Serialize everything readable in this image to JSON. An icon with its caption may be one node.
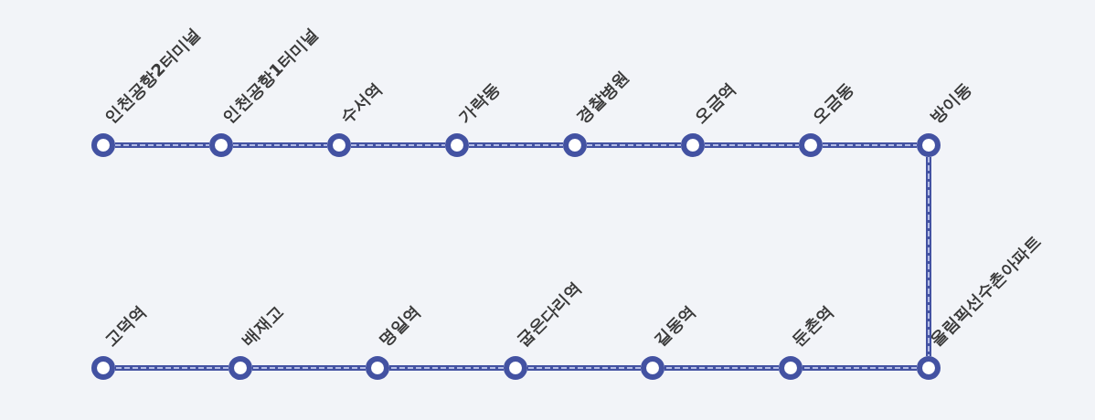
{
  "diagram": {
    "nodes": [
      {
        "text": [
          "인천공항2터미널"
        ]
      },
      {
        "text": [
          "인천공항1터미널"
        ]
      },
      {
        "text": [
          "수서역"
        ]
      },
      {
        "text": [
          "가락동"
        ]
      },
      {
        "text": [
          "경찰병원"
        ]
      },
      {
        "text": [
          "오금역"
        ]
      },
      {
        "text": [
          "오금동"
        ]
      },
      {
        "text": [
          "방이동"
        ]
      },
      {
        "text": [
          "올림픽선수촌아파트"
        ]
      },
      {
        "text": [
          "둔촌역"
        ]
      },
      {
        "text": [
          "길동역"
        ]
      },
      {
        "text": [
          "굽은다리역"
        ]
      },
      {
        "text": [
          "명일역"
        ]
      },
      {
        "text": [
          "배재고"
        ]
      },
      {
        "text": [
          "고덕역"
        ]
      }
    ],
    "edges": [
      {
        "from": 0,
        "to": 1,
        "arrow": "none"
      },
      {
        "from": 1,
        "to": 2,
        "arrow": "none"
      },
      {
        "from": 2,
        "to": 3,
        "arrow": "none"
      },
      {
        "from": 3,
        "to": 4,
        "arrow": "none"
      },
      {
        "from": 4,
        "to": 5,
        "arrow": "none"
      },
      {
        "from": 5,
        "to": 6,
        "arrow": "none"
      },
      {
        "from": 6,
        "to": 7,
        "arrow": "none"
      },
      {
        "from": 7,
        "to": 8,
        "arrow": "none"
      },
      {
        "from": 8,
        "to": 9,
        "arrow": "none"
      },
      {
        "from": 9,
        "to": 10,
        "arrow": "none"
      },
      {
        "from": 10,
        "to": 11,
        "arrow": "none"
      },
      {
        "from": 11,
        "to": 12,
        "arrow": "none"
      },
      {
        "from": 12,
        "to": 13,
        "arrow": "none"
      },
      {
        "from": 13,
        "to": 14,
        "arrow": "none"
      }
    ]
  }
}
